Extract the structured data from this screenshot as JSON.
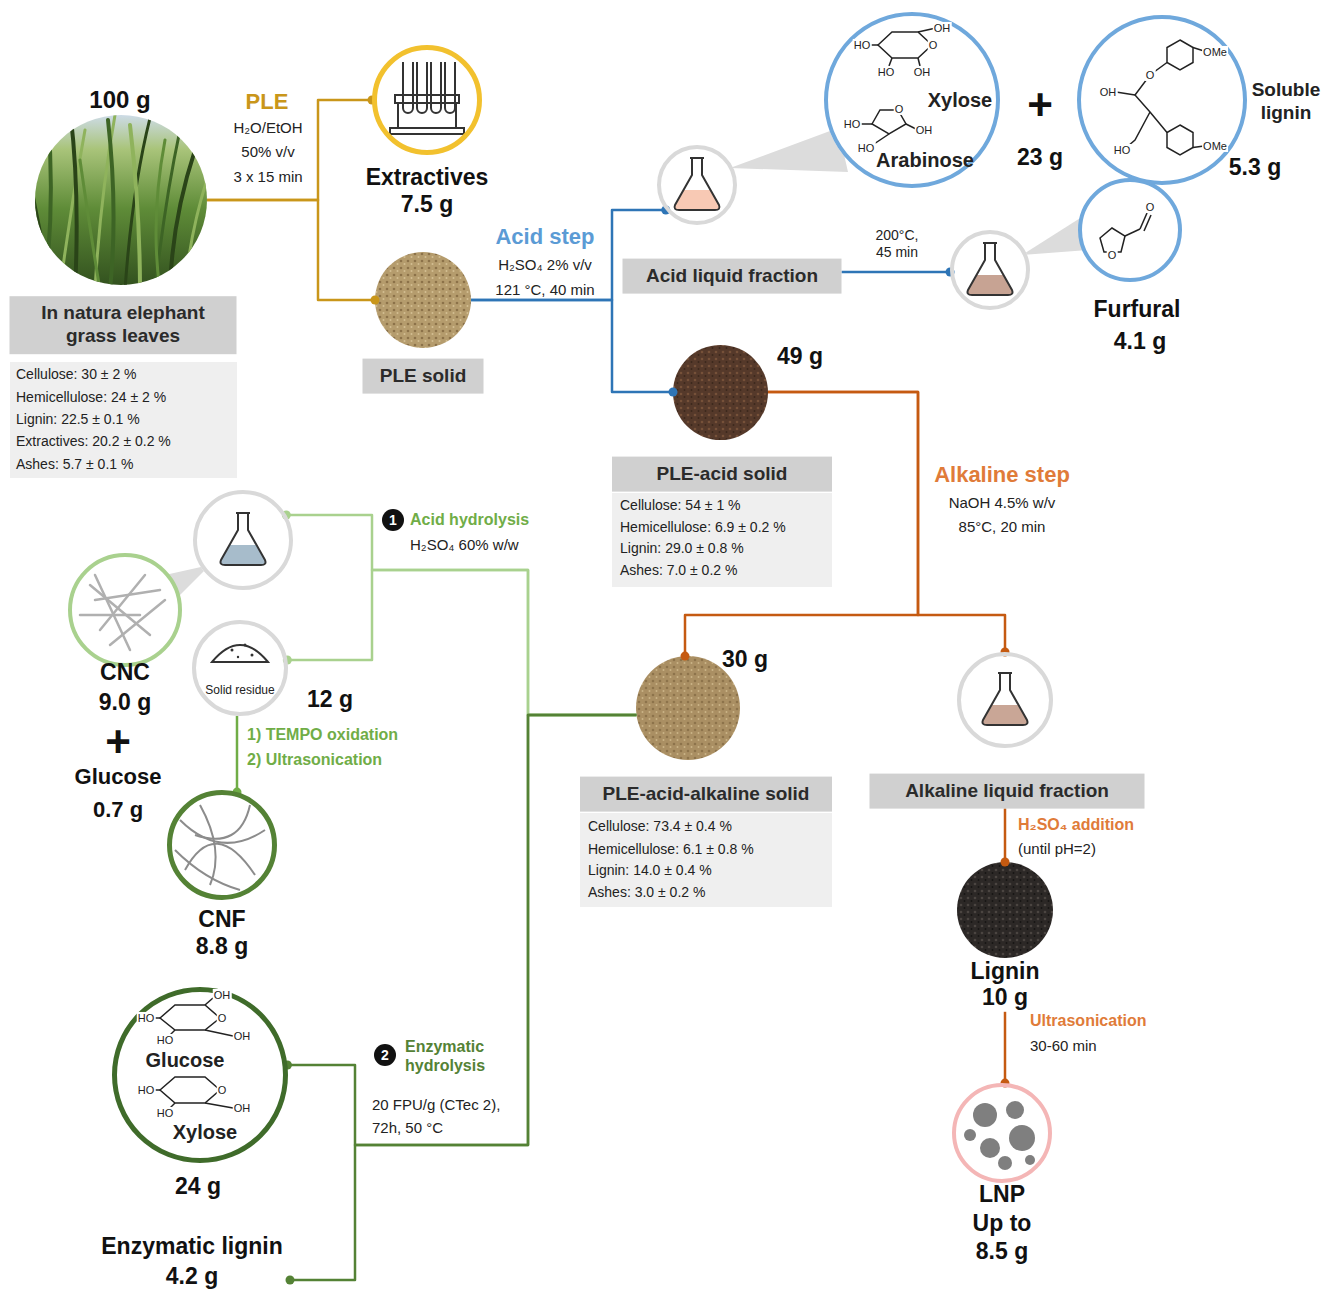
{
  "diagram": {
    "nodes": [
      {
        "text": [
          "100 g",
          "In natura elephant grass leaves",
          "Cellulose: 30 ± 2 %",
          "Hemicellulose: 24 ± 2 %",
          "Lignin: 22.5 ± 0.1 %",
          "Extractives: 20.2 ± 0.2 %",
          "Ashes: 5.7 ± 0.1 %"
        ]
      },
      {
        "text": [
          "Extractives",
          "7.5 g"
        ]
      },
      {
        "text": [
          "PLE solid"
        ]
      },
      {
        "text": [
          "Acid liquid fraction"
        ]
      },
      {
        "text": [
          "Xylose",
          "Arabinose",
          "23 g"
        ]
      },
      {
        "text": [
          "Soluble lignin",
          "5.3 g"
        ]
      },
      {
        "text": [
          "Furfural",
          "4.1 g"
        ]
      },
      {
        "text": [
          "49 g",
          "PLE-acid solid",
          "Cellulose: 54 ± 1 %",
          "Hemicellulose: 6.9 ± 0.2 %",
          "Lignin: 29.0 ± 0.8 %",
          "Ashes: 7.0 ± 0.2 %"
        ]
      },
      {
        "text": [
          "30 g",
          "PLE-acid-alkaline solid",
          "Cellulose: 73.4 ± 0.4 %",
          "Hemicellulose: 6.1 ± 0.8 %",
          "Lignin: 14.0 ± 0.4 %",
          "Ashes: 3.0 ± 0.2 %"
        ]
      },
      {
        "text": [
          "Alkaline liquid fraction"
        ]
      },
      {
        "text": [
          "Lignin",
          "10 g"
        ]
      },
      {
        "text": [
          "LNP",
          "Up to 8.5 g"
        ]
      },
      {
        "text": [
          "CNC",
          "9.0 g"
        ]
      },
      {
        "text": [
          "Solid residue",
          "12 g"
        ]
      },
      {
        "text": [
          "CNF",
          "8.8 g"
        ]
      },
      {
        "text": [
          "Glucose",
          "Xylose",
          "24 g"
        ]
      },
      {
        "text": [
          "Enzymatic lignin",
          "4.2 g"
        ]
      }
    ],
    "edges": [
      {
        "from": 0,
        "to": 1,
        "arrow": "none"
      },
      {
        "from": 0,
        "to": 2,
        "arrow": "none"
      },
      {
        "from": 2,
        "to": 3,
        "arrow": "none"
      },
      {
        "from": 2,
        "to": 7,
        "arrow": "none"
      },
      {
        "from": 3,
        "to": 6,
        "label": "200°C, 45 min",
        "arrow": "none"
      },
      {
        "from": 7,
        "to": 8,
        "arrow": "none"
      },
      {
        "from": 7,
        "to": 9,
        "arrow": "none"
      },
      {
        "from": 9,
        "to": 10,
        "arrow": "none"
      },
      {
        "from": 10,
        "to": 11,
        "arrow": "none"
      },
      {
        "from": 8,
        "to": 12,
        "arrow": "none"
      },
      {
        "from": 8,
        "to": 13,
        "arrow": "none"
      },
      {
        "from": 13,
        "to": 14,
        "arrow": "none"
      },
      {
        "from": 8,
        "to": 15,
        "arrow": "none"
      },
      {
        "from": 8,
        "to": 16,
        "arrow": "none"
      }
    ],
    "labels": [
      "PLE",
      "H₂O/EtOH",
      "50% v/v",
      "3 x 15 min",
      "Acid step",
      "H₂SO₄ 2% v/v",
      "121 °C, 40 min",
      "+",
      "Alkaline step",
      "NaOH 4.5% w/v",
      "85°C, 20 min",
      "1",
      "Acid hydrolysis",
      "H₂SO₄ 60% w/w",
      "+",
      "Glucose",
      "0.7 g",
      "1) TEMPO oxidation",
      "2) Ultrasonication",
      "H₂SO₄ addition",
      "(until pH=2)",
      "Ultrasonication",
      "30-60 min",
      "2",
      "Enzymatic hydrolysis",
      "20 FPU/g (CTec 2),",
      "72h, 50 °C",
      "HO",
      "HO",
      "O",
      "OH",
      "OH",
      "HO",
      "O",
      "OH",
      "HO",
      "OMe",
      "O",
      "OH",
      "HO",
      "OMe",
      "O",
      "O",
      "OH",
      "HO",
      "HO",
      "O",
      "OH",
      "HO",
      "HO",
      "O",
      "OH"
    ]
  }
}
